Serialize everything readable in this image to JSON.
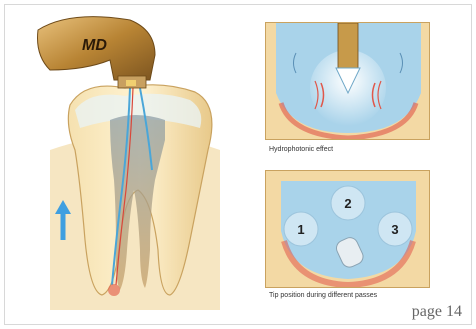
{
  "illustration": {
    "brand_label": "MD",
    "arrow_icon": "up-arrow-icon"
  },
  "panels": {
    "top": {
      "caption": "Hydrophotonic effect"
    },
    "bottom": {
      "caption": "Tip position during different passes",
      "positions": [
        "1",
        "2",
        "3"
      ]
    }
  },
  "page": {
    "number_label": "page 14"
  },
  "colors": {
    "panel_bg": "#f3d9a4",
    "fluid_blue": "#a9d3ea",
    "handpiece_gold": "#c79a4a",
    "inflammation_red": "#e0574a"
  }
}
